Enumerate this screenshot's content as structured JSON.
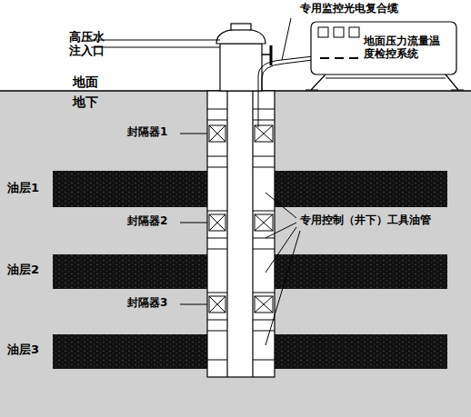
{
  "diagram": {
    "labels": [
      "高压水注入口",
      "专用监控光电复合缆",
      "地面压力流量温度检控系统",
      "地面",
      "地下",
      "封隔器1",
      "封隔器2",
      "封隔器3",
      "油层1",
      "油层2",
      "油层3",
      "专用控制（井下）工具油管"
    ]
  }
}
